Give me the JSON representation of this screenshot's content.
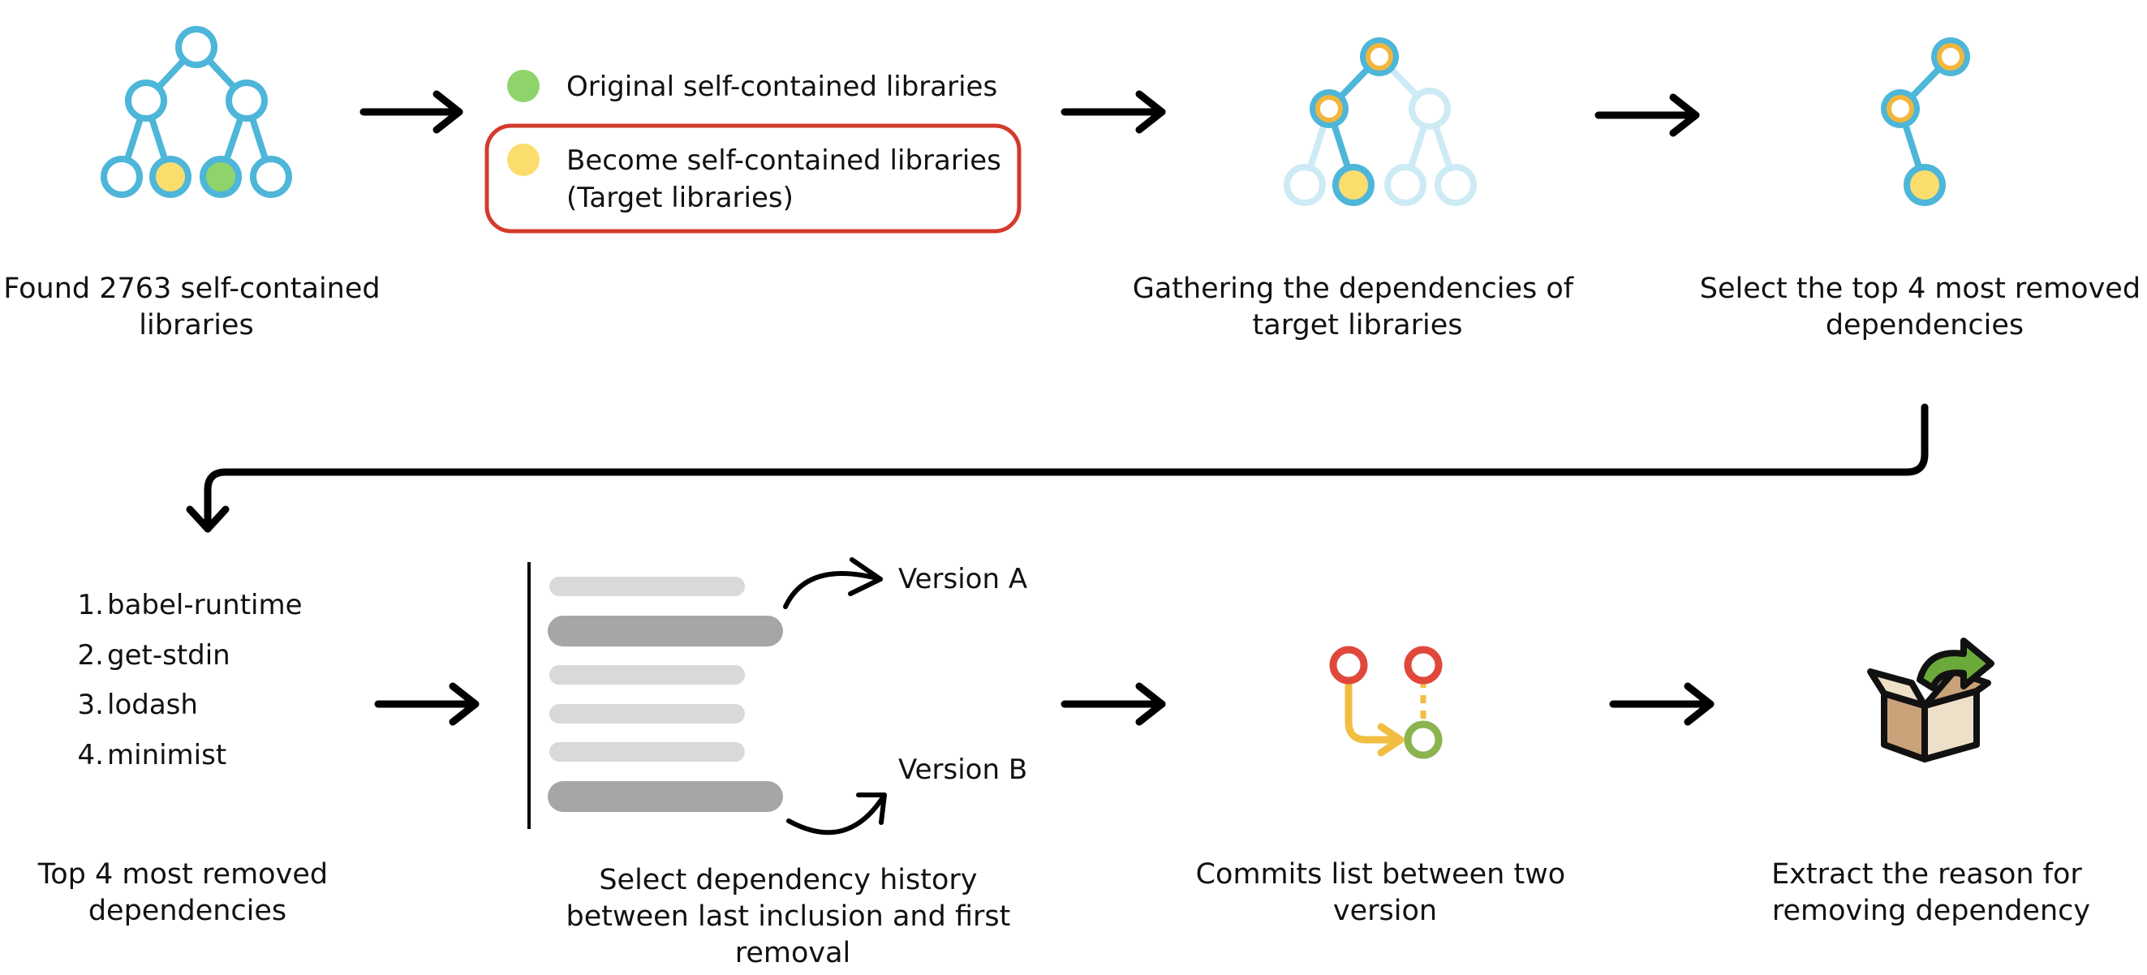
{
  "colors": {
    "tree_blue": "#4DB6D9",
    "tree_light_blue": "#CDEBF4",
    "green_dot": "#8ED46B",
    "yellow_dot": "#FBDD6E",
    "orange_ring": "#F2B63C",
    "legend_box_border": "#D23B2C",
    "arrow": "#000000",
    "bar_light": "#D9D9D9",
    "bar_dark": "#A6A6A6",
    "commit_red": "#E0483C",
    "commit_green": "#8BB34E",
    "commit_yellow": "#F2BE42",
    "box_fill": "#C9A27A",
    "box_light": "#EEDFC8",
    "box_arrow": "#6BAA3A"
  },
  "legend": {
    "original": "Original self-contained libraries",
    "target_line1": "Become self-contained libraries",
    "target_line2": "(Target libraries)"
  },
  "captions": {
    "step1": [
      "Found 2763 self-contained",
      "libraries"
    ],
    "step2": [
      "Gathering the dependencies of",
      "target libraries"
    ],
    "step3": [
      "Select the top 4 most removed",
      "dependencies"
    ],
    "step4": [
      "Top 4 most removed",
      "dependencies"
    ],
    "step5": [
      "Select dependency history",
      "between last inclusion and first",
      "removal"
    ],
    "step6": [
      "Commits list between two",
      "version"
    ],
    "step7": [
      "Extract the reason for",
      "removing dependency"
    ]
  },
  "top_dependencies": {
    "numbers": [
      "1.",
      "2.",
      "3.",
      "4."
    ],
    "items": [
      "babel-runtime",
      "get-stdin",
      "lodash",
      "minimist"
    ]
  },
  "versions": {
    "a": "Version A",
    "b": "Version B"
  },
  "icons": {
    "step1": "dependency-tree-icon",
    "step2": "target-dependencies-tree-icon",
    "step3": "removed-dependencies-tree-icon",
    "step5": "dependency-history-icon",
    "step6": "commit-merge-icon",
    "step7": "box-with-arrow-icon"
  }
}
